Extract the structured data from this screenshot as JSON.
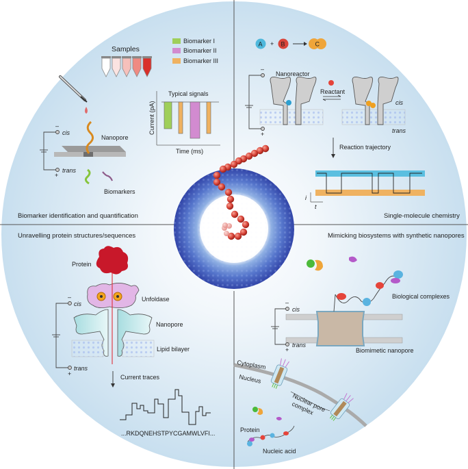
{
  "figure": {
    "quadrants": {
      "top_left": {
        "title": "Biomarker identification and quantification",
        "samples_label": "Samples",
        "nanopore_label": "Nanopore",
        "biomarkers_label": "Biomarkers",
        "cis_label": "cis",
        "trans_label": "trans",
        "minus": "–",
        "plus": "+",
        "legend": [
          {
            "label": "Biomarker I",
            "color": "#9fcf5a"
          },
          {
            "label": "Biomarker II",
            "color": "#d28bd0"
          },
          {
            "label": "Biomarker III",
            "color": "#efb261"
          }
        ],
        "signals_title": "Typical signals",
        "signals_ylabel": "Current (pA)",
        "signals_xlabel": "Time (ms)"
      },
      "top_right": {
        "title": "Single-molecule chemistry",
        "reaction": {
          "a": "A",
          "b": "B",
          "c": "C",
          "plus": "+"
        },
        "nanoreactor_label": "Nanoreactor",
        "reactant_label": "Reactant",
        "cis_label": "cis",
        "trans_label": "trans",
        "trajectory_label": "Reaction trajectory",
        "axis_i": "i",
        "axis_t": "t",
        "minus": "–",
        "plus": "+"
      },
      "bottom_left": {
        "title": "Unravelling protein structures/sequences",
        "protein_label": "Protein",
        "unfoldase_label": "Unfoldase",
        "nanopore_label": "Nanopore",
        "lipid_label": "Lipid bilayer",
        "cis_label": "cis",
        "trans_label": "trans",
        "current_label": "Current traces",
        "sequence": "...RKDQNEHSTPYCGAMWLVFI...",
        "minus": "–",
        "plus": "+"
      },
      "bottom_right": {
        "title": "Mimicking biosystems with synthetic nanopores",
        "complexes_label": "Biological complexes",
        "biomimetic_label": "Biomimetic nanopore",
        "cis_label": "cis",
        "trans_label": "trans",
        "cytoplasm_label": "Cytoplasm",
        "nucleus_label": "Nucleus",
        "npc_label_1": "Nuclear pore",
        "npc_label_2": "complex",
        "protein_label": "Protein",
        "nucleic_label": "Nucleic acid",
        "minus": "–",
        "plus": "+"
      }
    },
    "colors": {
      "background_circle": "#cfe3f1",
      "ring_outer": "#3a4fb5",
      "ring_inner": "#6d8fd6",
      "bead": "#d9453a",
      "bead_faded": "#efa3a0",
      "cyan": "#4fb8dc",
      "orange": "#efb261",
      "red": "#d9453a"
    }
  }
}
